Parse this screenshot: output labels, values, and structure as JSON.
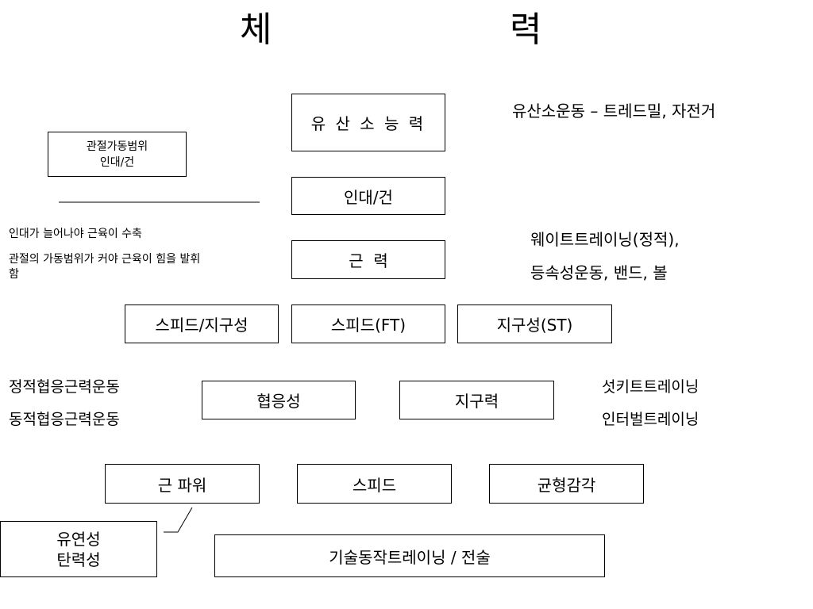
{
  "title": {
    "left": "체",
    "right": "력"
  },
  "boxes": {
    "aerobic": "유 산 소 능 력",
    "ligament": "인대/건",
    "strength": "근  력",
    "speed_endurance": "스피드/지구성",
    "speed_ft": "스피드(FT)",
    "endurance_st": "지구성(ST)",
    "coordination": "협응성",
    "stamina": "지구력",
    "power": "근 파워",
    "speed": "스피드",
    "balance": "균형감각",
    "skill_training": "기술동작트레이닝 / 전술",
    "flexibility": "유연성\n탄력성",
    "rom": "관절가동범위\n인대/건"
  },
  "notes": {
    "aerobic_exercise": "유산소운동 – 트레드밀, 자전거",
    "weight_training_1": "웨이트트레이닝(정적),",
    "weight_training_2": "등속성운동, 밴드, 볼",
    "ligament_note": "인대가 늘어나야 근육이 수축",
    "rom_note": "관절의 가동범위가 커야 근육이 힘을 발휘\n함",
    "static_coord": "정적협응근력운동",
    "dynamic_coord": "동적협응근력운동",
    "circuit": "섯키트트레이닝",
    "interval": "인터벌트레이닝"
  }
}
